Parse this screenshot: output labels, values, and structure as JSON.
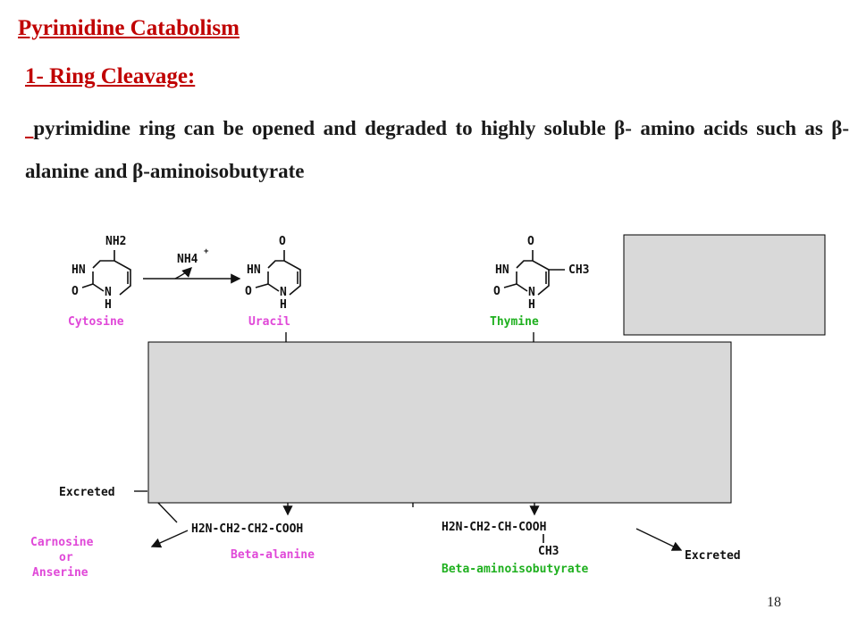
{
  "title": "Pyrimidine Catabolism",
  "subtitle": "1- Ring Cleavage:",
  "body": {
    "lead": " ",
    "text": "pyrimidine ring can be opened and degraded to highly soluble β- amino acids such as β- alanine and β-aminoisobutyrate"
  },
  "slide_number": "18",
  "diagram": {
    "cytosine": {
      "substituent": "NH2",
      "ring_hn": "HN",
      "ring_o": "O",
      "ring_n": "N",
      "ring_h": "H",
      "label": "Cytosine"
    },
    "nh4": {
      "text": "NH4",
      "charge": "+"
    },
    "uracil": {
      "substituent": "O",
      "ring_hn": "HN",
      "ring_o": "O",
      "ring_n": "N",
      "ring_h": "H",
      "label": "Uracil"
    },
    "thymine": {
      "substituent": "O",
      "methyl": "CH3",
      "ring_hn": "HN",
      "ring_o": "O",
      "ring_n": "N",
      "ring_h": "H",
      "label": "Thymine"
    },
    "excreted_left": "Excreted",
    "carnosine": [
      "Carnosine",
      "or",
      "Anserine"
    ],
    "beta_alanine": {
      "formula": "H2N-CH2-CH2-COOH",
      "label": "Beta-alanine"
    },
    "beta_aminoisobutyrate": {
      "formula": "H2N-CH2-CH-COOH",
      "branch": "CH3",
      "label": "Beta-aminoisobutyrate"
    },
    "excreted_right": "Excreted",
    "colors": {
      "pink": "#e048d8",
      "green": "#1fb01f",
      "heading_red": "#c00000",
      "mask_gray": "#d9d9d9"
    }
  }
}
